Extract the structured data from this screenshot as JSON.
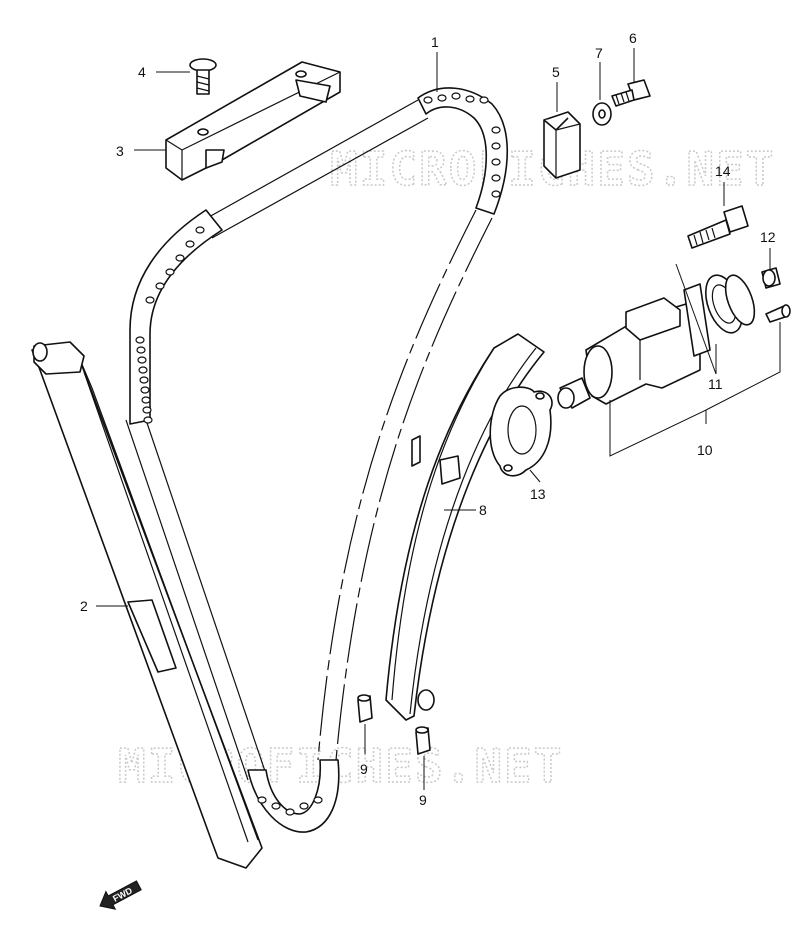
{
  "watermarks": [
    "MICROFICHES.NET",
    "MICROFICHES.NET"
  ],
  "callouts": [
    {
      "id": "1",
      "text": "1"
    },
    {
      "id": "2",
      "text": "2"
    },
    {
      "id": "3",
      "text": "3"
    },
    {
      "id": "4",
      "text": "4"
    },
    {
      "id": "5",
      "text": "5"
    },
    {
      "id": "6",
      "text": "6"
    },
    {
      "id": "7",
      "text": "7"
    },
    {
      "id": "8",
      "text": "8"
    },
    {
      "id": "9a",
      "text": "9"
    },
    {
      "id": "9b",
      "text": "9"
    },
    {
      "id": "10",
      "text": "10"
    },
    {
      "id": "11",
      "text": "11"
    },
    {
      "id": "12",
      "text": "12"
    },
    {
      "id": "13",
      "text": "13"
    },
    {
      "id": "14",
      "text": "14"
    }
  ],
  "fwd_label": "FWD"
}
